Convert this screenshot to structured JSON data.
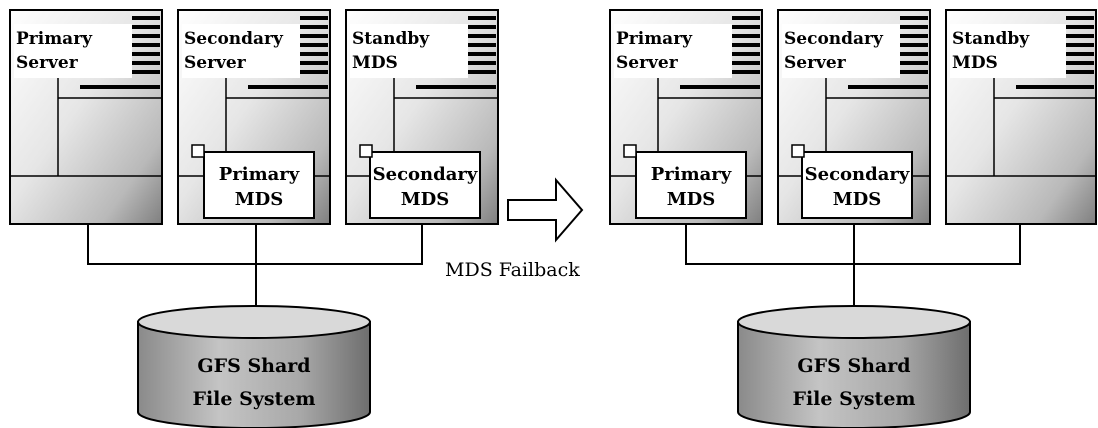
{
  "left": {
    "servers": [
      {
        "line1": "Primary",
        "line2": "Server"
      },
      {
        "line1": "Secondary",
        "line2": "Server"
      },
      {
        "line1": "Standby",
        "line2": "MDS"
      }
    ],
    "mds_boxes": [
      {
        "line1": "Primary",
        "line2": "MDS"
      },
      {
        "line1": "Secondary",
        "line2": "MDS"
      }
    ],
    "storage": {
      "line1": "GFS Shard",
      "line2": "File System"
    }
  },
  "arrow_label": "MDS Failback",
  "right": {
    "servers": [
      {
        "line1": "Primary",
        "line2": "Server"
      },
      {
        "line1": "Secondary",
        "line2": "Server"
      },
      {
        "line1": "Standby",
        "line2": "MDS"
      }
    ],
    "mds_boxes": [
      {
        "line1": "Primary",
        "line2": "MDS"
      },
      {
        "line1": "Secondary",
        "line2": "MDS"
      }
    ],
    "storage": {
      "line1": "GFS Shard",
      "line2": "File System"
    }
  }
}
